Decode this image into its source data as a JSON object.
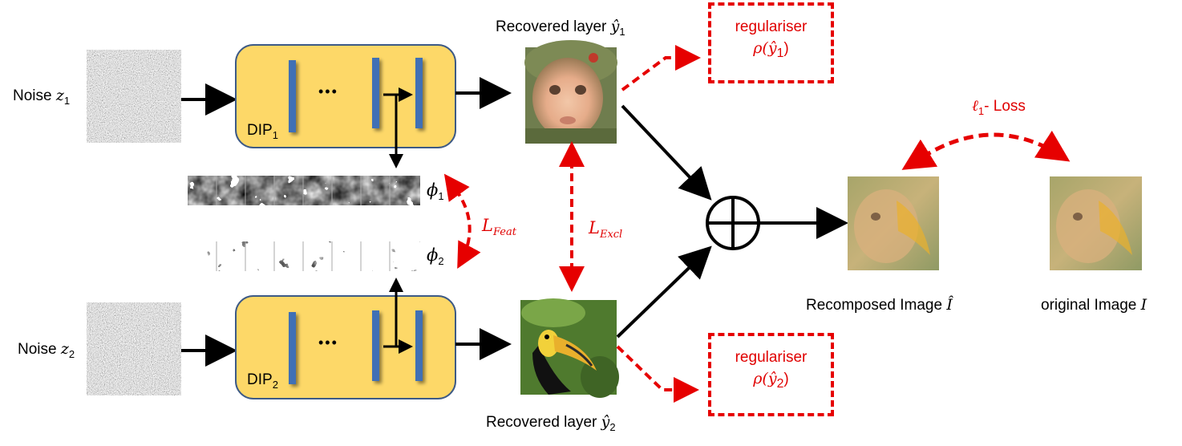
{
  "diagram": {
    "noise_1": {
      "prefix": "Noise ",
      "var": "z",
      "sub": "1"
    },
    "noise_2": {
      "prefix": "Noise ",
      "var": "z",
      "sub": "2"
    },
    "dip_1": {
      "name": "DIP",
      "sub": "1",
      "dots": "•••"
    },
    "dip_2": {
      "name": "DIP",
      "sub": "2",
      "dots": "•••"
    },
    "recovered_1": {
      "prefix": "Recovered layer ",
      "var": "ŷ",
      "sub": "1"
    },
    "recovered_2": {
      "prefix": "Recovered layer ",
      "var": "ŷ",
      "sub": "2"
    },
    "feature_1": {
      "var": "ϕ",
      "sub": "1"
    },
    "feature_2": {
      "var": "ϕ",
      "sub": "2"
    },
    "loss_feat": {
      "var": "L",
      "sub": "Feat"
    },
    "loss_excl": {
      "var": "L",
      "sub": "Excl"
    },
    "regulariser_1": {
      "title": "regulariser",
      "var": "ρ(ŷ",
      "sub": "1",
      "close": ")"
    },
    "regulariser_2": {
      "title": "regulariser",
      "var": "ρ(ŷ",
      "sub": "2",
      "close": ")"
    },
    "l1_loss": {
      "var": "ℓ",
      "sub": "1",
      "suffix": "- Loss"
    },
    "recomposed": {
      "prefix": "Recomposed Image ",
      "var": "Î"
    },
    "original": {
      "prefix": "original Image ",
      "var": "I"
    },
    "colors": {
      "dip_fill": "#fdd868",
      "dip_border": "#3d5a86",
      "bar": "#3f6fb5",
      "red": "#e60000"
    }
  }
}
